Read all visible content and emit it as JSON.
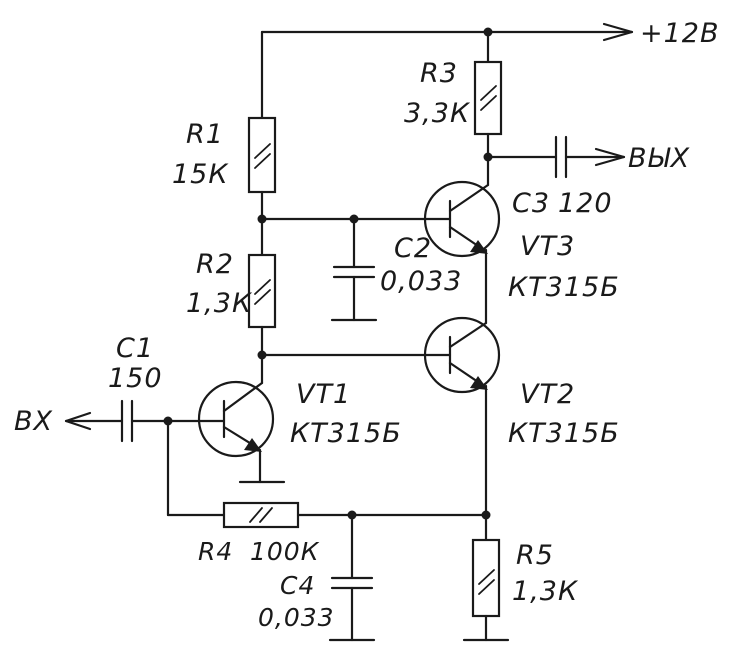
{
  "supply": {
    "label": "+12В"
  },
  "output": {
    "label": "ВЫХ"
  },
  "input": {
    "label": "ВХ"
  },
  "components": {
    "R1": {
      "name": "R1",
      "value": "15К"
    },
    "R2": {
      "name": "R2",
      "value": "1,3К"
    },
    "R3": {
      "name": "R3",
      "value": "3,3К"
    },
    "R4": {
      "name": "R4",
      "value": "100К"
    },
    "R5": {
      "name": "R5",
      "value": "1,3К"
    },
    "C1": {
      "name": "C1",
      "value": "150"
    },
    "C2": {
      "name": "C2",
      "value": "0,033"
    },
    "C3": {
      "name": "C3",
      "value": "120"
    },
    "C4": {
      "name": "C4",
      "value": "0,033"
    },
    "VT1": {
      "name": "VT1",
      "type": "КТ315Б"
    },
    "VT2": {
      "name": "VT2",
      "type": "КТ315Б"
    },
    "VT3": {
      "name": "VT3",
      "type": "КТ315Б"
    }
  }
}
